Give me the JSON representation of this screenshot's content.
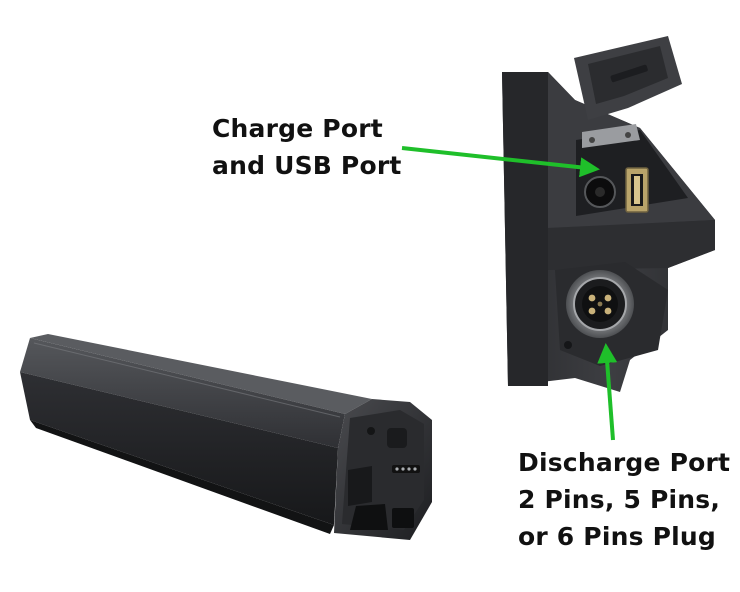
{
  "labels": {
    "charge_port": [
      "Charge Port",
      "and USB Port"
    ],
    "discharge_port": [
      "Discharge Port",
      "2 Pins, 5 Pins,",
      "or 6 Pins Plug"
    ]
  },
  "colors": {
    "arrow": "#1fbf2a",
    "battery_body": "#2c2d30",
    "background": "#ffffff"
  },
  "icons": [
    "battery-pack-image",
    "battery-port-closeup-image",
    "usb-port-icon",
    "dc-jack-icon",
    "discharge-socket-icon"
  ]
}
